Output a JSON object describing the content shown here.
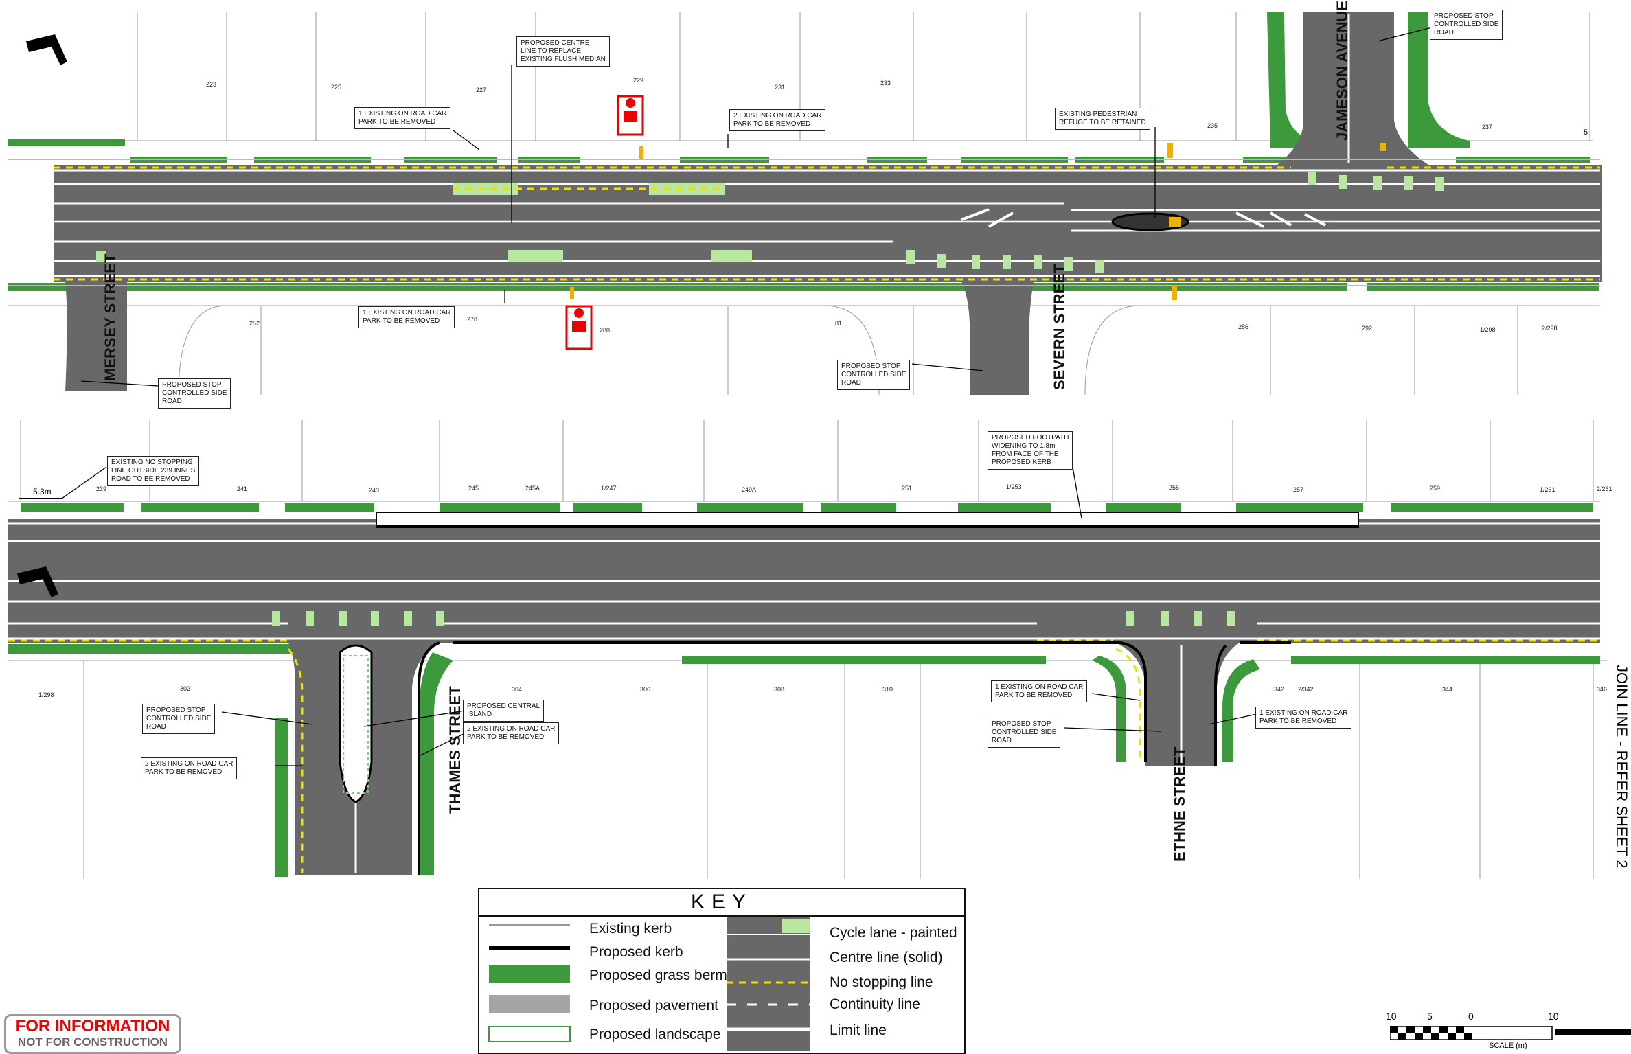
{
  "north_label": "NORTH",
  "streets": {
    "jameson": "JAMESON AVENUE",
    "mersey": "MERSEY STREET",
    "severn": "SEVERN STREET",
    "thames": "THAMES STREET",
    "ethne": "ETHNE STREET"
  },
  "lots_top_north": [
    "223",
    "225",
    "227",
    "229",
    "231",
    "233",
    "235",
    "237"
  ],
  "lots_top_south": [
    "252",
    "278",
    "280",
    "81",
    "286",
    "292",
    "1/298",
    "2/298"
  ],
  "lots_bottom_north": [
    "239",
    "241",
    "243",
    "245",
    "245A",
    "1/247",
    "249A",
    "251",
    "1/253",
    "255",
    "257",
    "259",
    "1/261",
    "2/261"
  ],
  "lots_bottom_south": [
    "1/298",
    "302",
    "304",
    "306",
    "308",
    "310",
    "342",
    "2/342",
    "344",
    "346"
  ],
  "callouts": {
    "centre_line": "PROPOSED CENTRE\nLINE TO REPLACE\nEXISTING FLUSH MEDIAN",
    "car_park_1": "1 EXISTING ON ROAD CAR\nPARK TO BE REMOVED",
    "car_park_2": "2 EXISTING ON ROAD CAR\nPARK TO BE REMOVED",
    "ped_refuge": "EXISTING PEDESTRIAN\nREFUGE TO BE RETAINED",
    "stop_jameson": "PROPOSED STOP\nCONTROLLED SIDE\nROAD",
    "car_park_3": "1 EXISTING ON ROAD CAR\nPARK TO BE REMOVED",
    "stop_mersey": "PROPOSED STOP\nCONTROLLED SIDE\nROAD",
    "stop_severn": "PROPOSED STOP\nCONTROLLED SIDE\nROAD",
    "no_stopping": "EXISTING NO STOPPING\nLINE OUTSIDE 239 INNES\nROAD TO BE REMOVED",
    "footpath": "PROPOSED FOOTPATH\nWIDENING TO 1.8m\nFROM FACE OF THE\nPROPOSED KERB",
    "stop_thames": "PROPOSED STOP\nCONTROLLED SIDE\nROAD",
    "central_island": "PROPOSED CENTRAL\nISLAND",
    "car_park_4": "2 EXISTING ON ROAD CAR\nPARK TO BE REMOVED",
    "car_park_5": "2 EXISTING ON ROAD CAR\nPARK TO BE REMOVED",
    "car_park_6": "1 EXISTING ON ROAD CAR\nPARK TO BE REMOVED",
    "stop_ethne": "PROPOSED STOP\nCONTROLLED SIDE\nROAD",
    "car_park_7": "1 EXISTING ON ROAD CAR\nPARK TO BE REMOVED"
  },
  "dimensions": {
    "top": "5",
    "bottom": "5.3m"
  },
  "bus_stop_label": "Bus Stop",
  "key": {
    "title": "KEY",
    "left": [
      "Existing kerb",
      "Proposed kerb",
      "Proposed grass berm",
      "Proposed pavement",
      "Proposed landscape"
    ],
    "right": [
      "Cycle lane - painted",
      "Centre line (solid)",
      "No stopping line",
      "Continuity line",
      "Limit line"
    ]
  },
  "stamp": {
    "line1": "FOR INFORMATION",
    "line2": "NOT FOR CONSTRUCTION"
  },
  "join_line": "JOIN LINE - REFER SHEET 2",
  "scale": {
    "ticks": [
      "10",
      "5",
      "0",
      "10"
    ],
    "label": "SCALE (m)"
  },
  "colors": {
    "road": "#686868",
    "grass": "#3c9a3c",
    "cycle": "#b9e6a0",
    "nostop": "#f0e000",
    "kerb": "#000000",
    "callout_border": "#222222",
    "bus": "#e00000",
    "bollard": "#f0b000"
  }
}
